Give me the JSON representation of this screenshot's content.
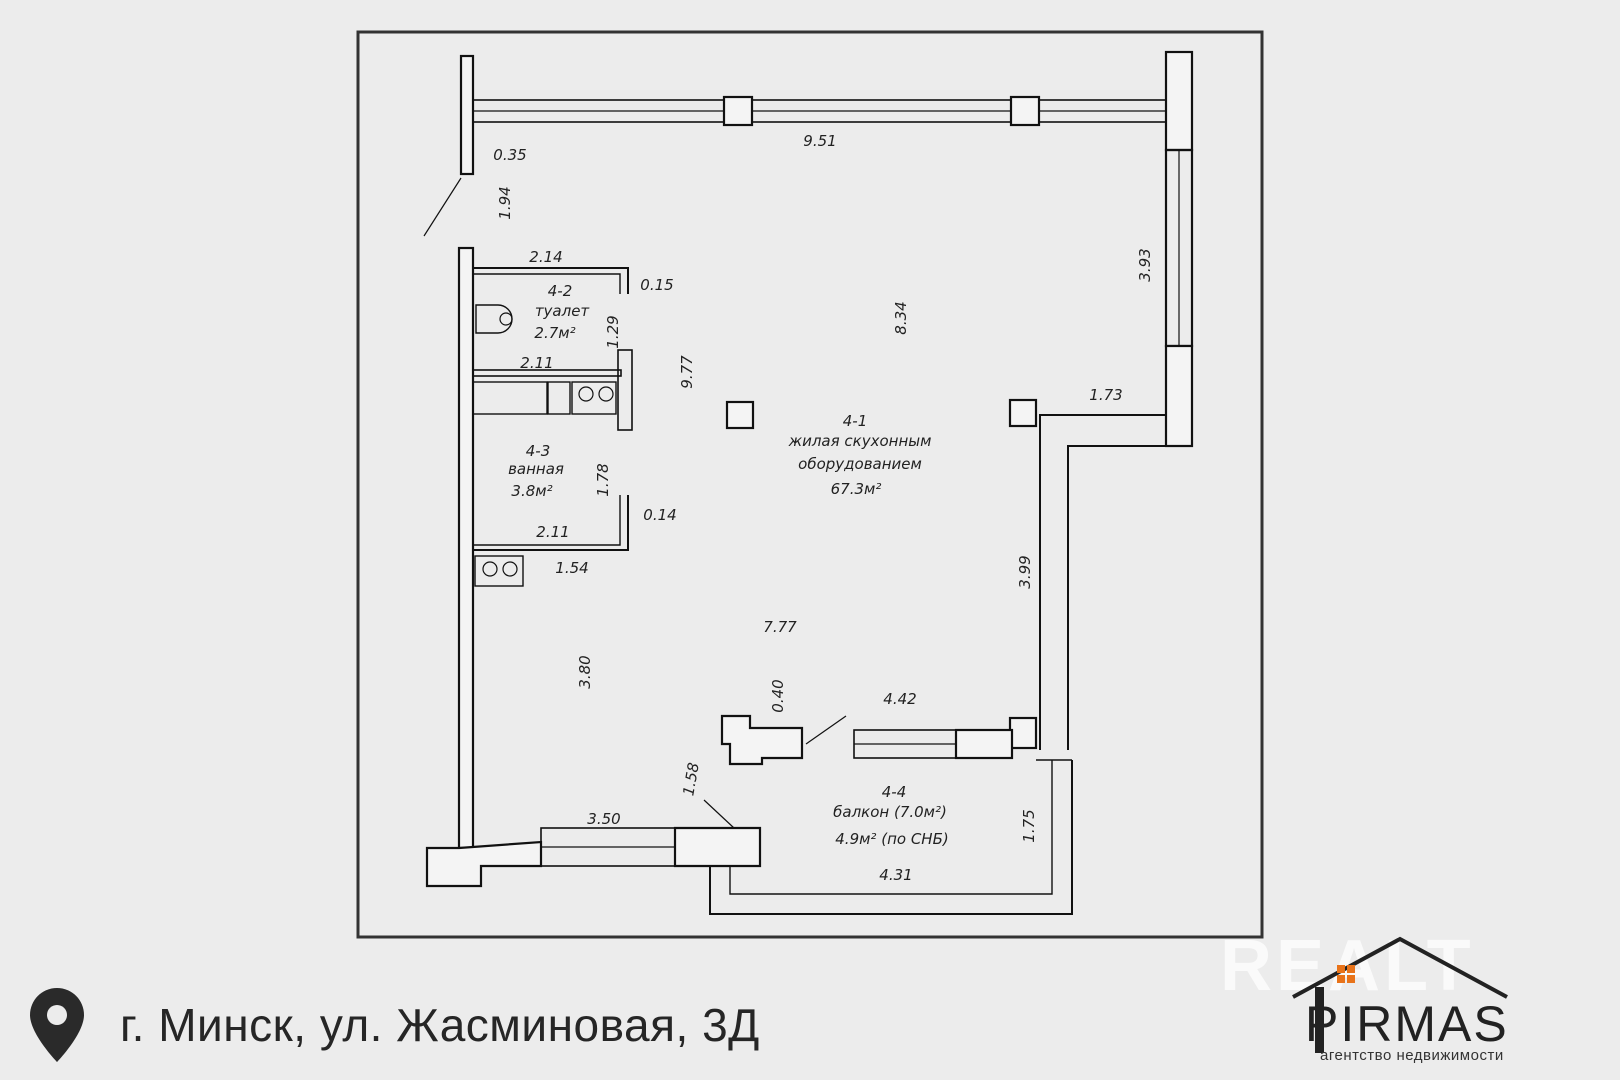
{
  "address": "г. Минск, ул. Жасминовая, 3Д",
  "icons": {
    "location": "map-pin-icon"
  },
  "brand": {
    "watermark": "REALT",
    "name": "PIRMAS",
    "tagline": "агентство недвижимости",
    "accent_color": "#e8731a"
  },
  "floorplan": {
    "rooms": [
      {
        "number": "4-1",
        "name_line1": "жилая скухонным",
        "name_line2": "оборудованием",
        "area": "67.3м²"
      },
      {
        "number": "4-2",
        "name": "туалет",
        "area": "2.7м²"
      },
      {
        "number": "4-3",
        "name": "ванная",
        "area": "3.8м²"
      },
      {
        "number": "4-4",
        "name": "балкон (7.0м²)",
        "area": "4.9м² (по СНБ)"
      }
    ],
    "dimensions": {
      "d951": "9.51",
      "d035": "0.35",
      "d194": "1.94",
      "d393": "3.93",
      "d214": "2.14",
      "d015": "0.15",
      "d129": "1.29",
      "d834": "8.34",
      "d211a": "2.11",
      "d977": "9.77",
      "d173": "1.73",
      "d178": "1.78",
      "d014": "0.14",
      "d211b": "2.11",
      "d154": "1.54",
      "d399": "3.99",
      "d777": "7.77",
      "d380": "3.80",
      "d040": "0.40",
      "d442": "4.42",
      "d158": "1.58",
      "d350": "3.50",
      "d175": "1.75",
      "d431": "4.31"
    }
  }
}
